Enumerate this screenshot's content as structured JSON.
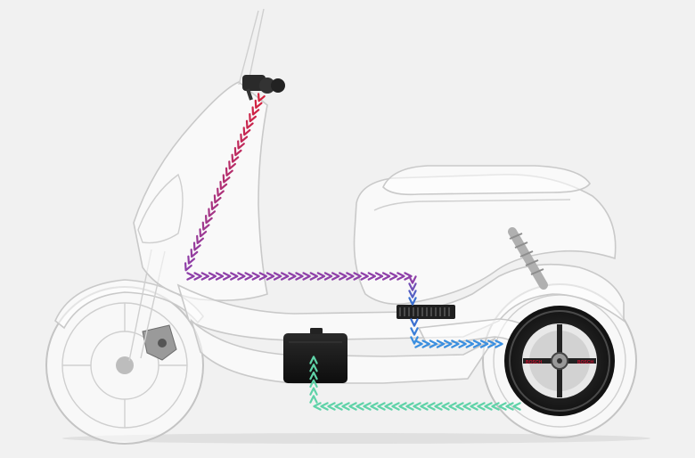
{
  "scene": {
    "subject": "electric-scooter-xray",
    "background_color": "#f1f1f1"
  },
  "hub_motor": {
    "label_left": "BOSCH",
    "label_right": "BOSCH"
  },
  "flow_colors": {
    "throttle_to_controller": [
      "#d4213d",
      "#8e3fa8"
    ],
    "controller_to_motor": [
      "#8e3fa8",
      "#3a6fd0"
    ],
    "controller_to_hub": "#3a8fe0",
    "hub_to_battery": "#5fd3a8"
  }
}
